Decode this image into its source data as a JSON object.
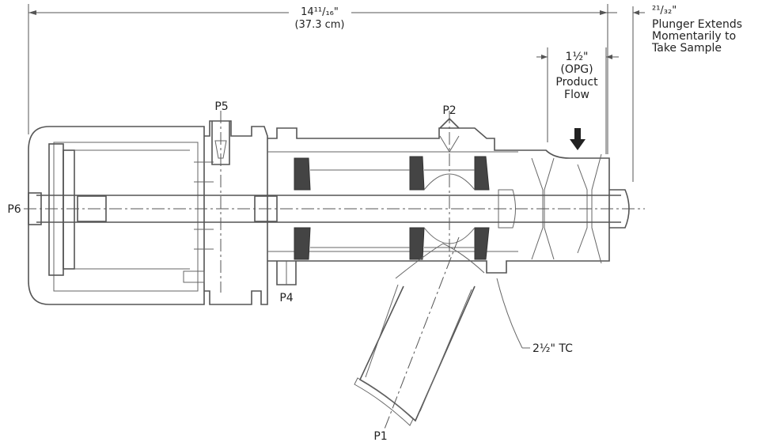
{
  "dimensions": {
    "overall_length": "14¹¹/₁₆\"",
    "overall_length_metric": "(37.3 cm)",
    "plunger_extension": "²¹/₃₂\"",
    "plunger_note_line1": "Plunger Extends",
    "plunger_note_line2": "Momentarily to",
    "plunger_note_line3": "Take Sample",
    "outlet_size": "1½\"",
    "outlet_type": "(OPG)",
    "flow_line1": "Product",
    "flow_line2": "Flow",
    "connection": "2½\" TC"
  },
  "ports": {
    "p1": "P1",
    "p2": "P2",
    "p4": "P4",
    "p5": "P5",
    "p6": "P6"
  },
  "colors": {
    "line": "#555555",
    "dark_seal": "#444444"
  }
}
